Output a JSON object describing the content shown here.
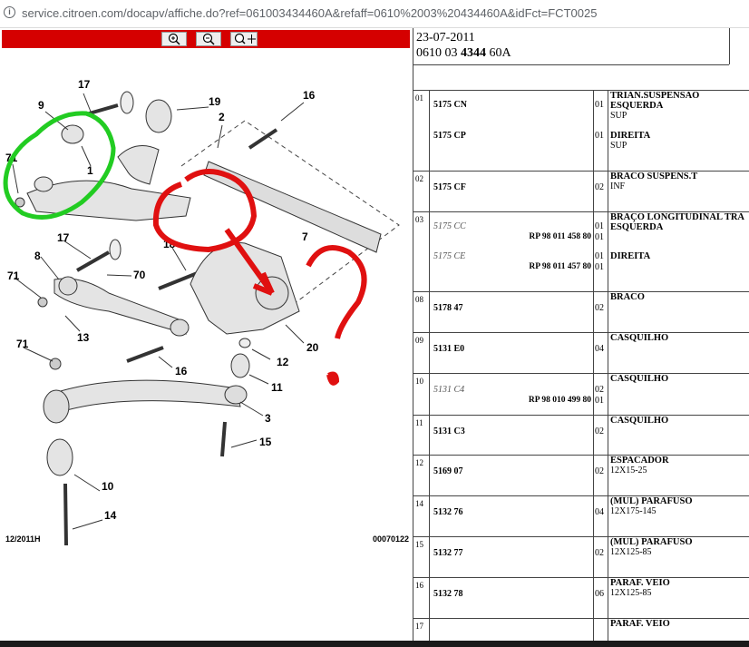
{
  "url": {
    "text": "service.citroen.com/docapv/affiche.do?ref=061003434460A&refaff=0610%2003%20434460A&idFct=FCT0025"
  },
  "toolbar": {
    "zoom_in": "zoom-in",
    "zoom_out": "zoom-out",
    "zoom_fit": "zoom-move"
  },
  "diagram": {
    "date_code": "12/2011H",
    "image_code": "00070122",
    "callouts": [
      "17",
      "9",
      "19",
      "16",
      "2",
      "71",
      "1",
      "18",
      "7",
      "17",
      "8",
      "70",
      "71",
      "13",
      "16",
      "71",
      "12",
      "20",
      "11",
      "3",
      "15",
      "10",
      "14"
    ]
  },
  "header": {
    "date": "23-07-2011",
    "ref_prefix": "0610 03 ",
    "ref_bold": "4344",
    "ref_suffix": " 60A"
  },
  "rows": [
    {
      "idx": "01",
      "lines": [
        {
          "ref": "5175 CN",
          "qty": "01",
          "title": "TRIAN.SUSPENSAO",
          "title2": "ESQUERDA",
          "sub": "SUP"
        },
        {
          "ref": "5175 CP",
          "qty": "01",
          "title": "DIREITA",
          "sub": "SUP"
        }
      ]
    },
    {
      "idx": "02",
      "lines": [
        {
          "ref": "5175 CF",
          "qty": "02",
          "title": "BRACO SUSPENS.T",
          "sub": "INF"
        }
      ]
    },
    {
      "idx": "03",
      "lines": [
        {
          "ref": "5175 CC",
          "rp": "RP 98 011 458 80",
          "qty": "01",
          "qty2": "01",
          "title": "BRAÇO LONGITUDINAL TRA",
          "title2": "ESQUERDA"
        },
        {
          "ref": "5175 CE",
          "rp": "RP 98 011 457 80",
          "qty": "01",
          "qty2": "01",
          "title": "DIREITA"
        }
      ]
    },
    {
      "idx": "08",
      "lines": [
        {
          "ref": "5178 47",
          "qty": "02",
          "title": "BRACO"
        }
      ]
    },
    {
      "idx": "09",
      "lines": [
        {
          "ref": "5131 E0",
          "qty": "04",
          "title": "CASQUILHO"
        }
      ]
    },
    {
      "idx": "10",
      "lines": [
        {
          "ref": "5131 C4",
          "rp": "RP 98 010 499 80",
          "qty": "02",
          "qty2": "01",
          "title": "CASQUILHO"
        }
      ]
    },
    {
      "idx": "11",
      "lines": [
        {
          "ref": "5131 C3",
          "qty": "02",
          "title": "CASQUILHO"
        }
      ]
    },
    {
      "idx": "12",
      "lines": [
        {
          "ref": "5169 07",
          "qty": "02",
          "title": "ESPACADOR",
          "sub": "12X15-25"
        }
      ]
    },
    {
      "idx": "14",
      "lines": [
        {
          "ref": "5132 76",
          "qty": "04",
          "title": "(MUL) PARAFUSO",
          "sub": "12X175-145"
        }
      ]
    },
    {
      "idx": "15",
      "lines": [
        {
          "ref": "5132 77",
          "qty": "02",
          "title": "(MUL) PARAFUSO",
          "sub": "12X125-85"
        }
      ]
    },
    {
      "idx": "16",
      "lines": [
        {
          "ref": "5132 78",
          "qty": "06",
          "title": "PARAF. VEIO",
          "sub": "12X125-85"
        }
      ]
    },
    {
      "idx": "17",
      "lines": [
        {
          "ref": "",
          "qty": "",
          "title": "PARAF. VEIO"
        }
      ]
    }
  ],
  "colors": {
    "toolbar": "#d50000",
    "green_mark": "#22cc22",
    "red_mark": "#e01010"
  }
}
